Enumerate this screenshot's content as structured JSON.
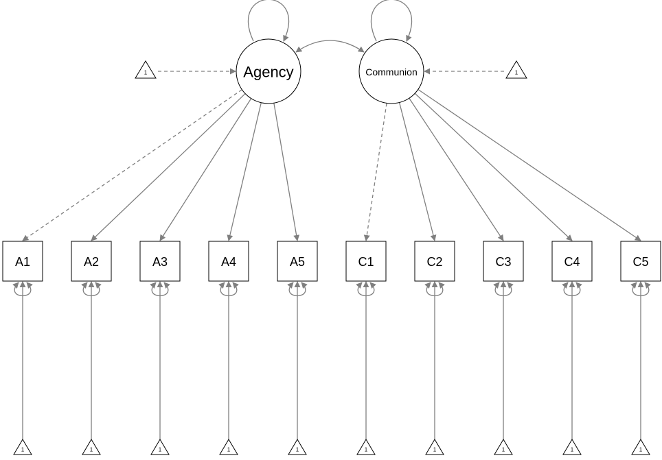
{
  "latent": [
    {
      "id": "agency",
      "label": "Agency"
    },
    {
      "id": "communion",
      "label": "Communion"
    }
  ],
  "indicators": [
    {
      "id": "A1",
      "label": "A1",
      "factor": "agency",
      "fixed": true
    },
    {
      "id": "A2",
      "label": "A2",
      "factor": "agency",
      "fixed": false
    },
    {
      "id": "A3",
      "label": "A3",
      "factor": "agency",
      "fixed": false
    },
    {
      "id": "A4",
      "label": "A4",
      "factor": "agency",
      "fixed": false
    },
    {
      "id": "A5",
      "label": "A5",
      "factor": "agency",
      "fixed": false
    },
    {
      "id": "C1",
      "label": "C1",
      "factor": "communion",
      "fixed": true
    },
    {
      "id": "C2",
      "label": "C2",
      "factor": "communion",
      "fixed": false
    },
    {
      "id": "C3",
      "label": "C3",
      "factor": "communion",
      "fixed": false
    },
    {
      "id": "C4",
      "label": "C4",
      "factor": "communion",
      "fixed": false
    },
    {
      "id": "C5",
      "label": "C5",
      "factor": "communion",
      "fixed": false
    }
  ],
  "intercept_label": "1",
  "colors": {
    "edge": "#7f7f7f",
    "node_stroke": "#000000",
    "background": "#ffffff"
  }
}
